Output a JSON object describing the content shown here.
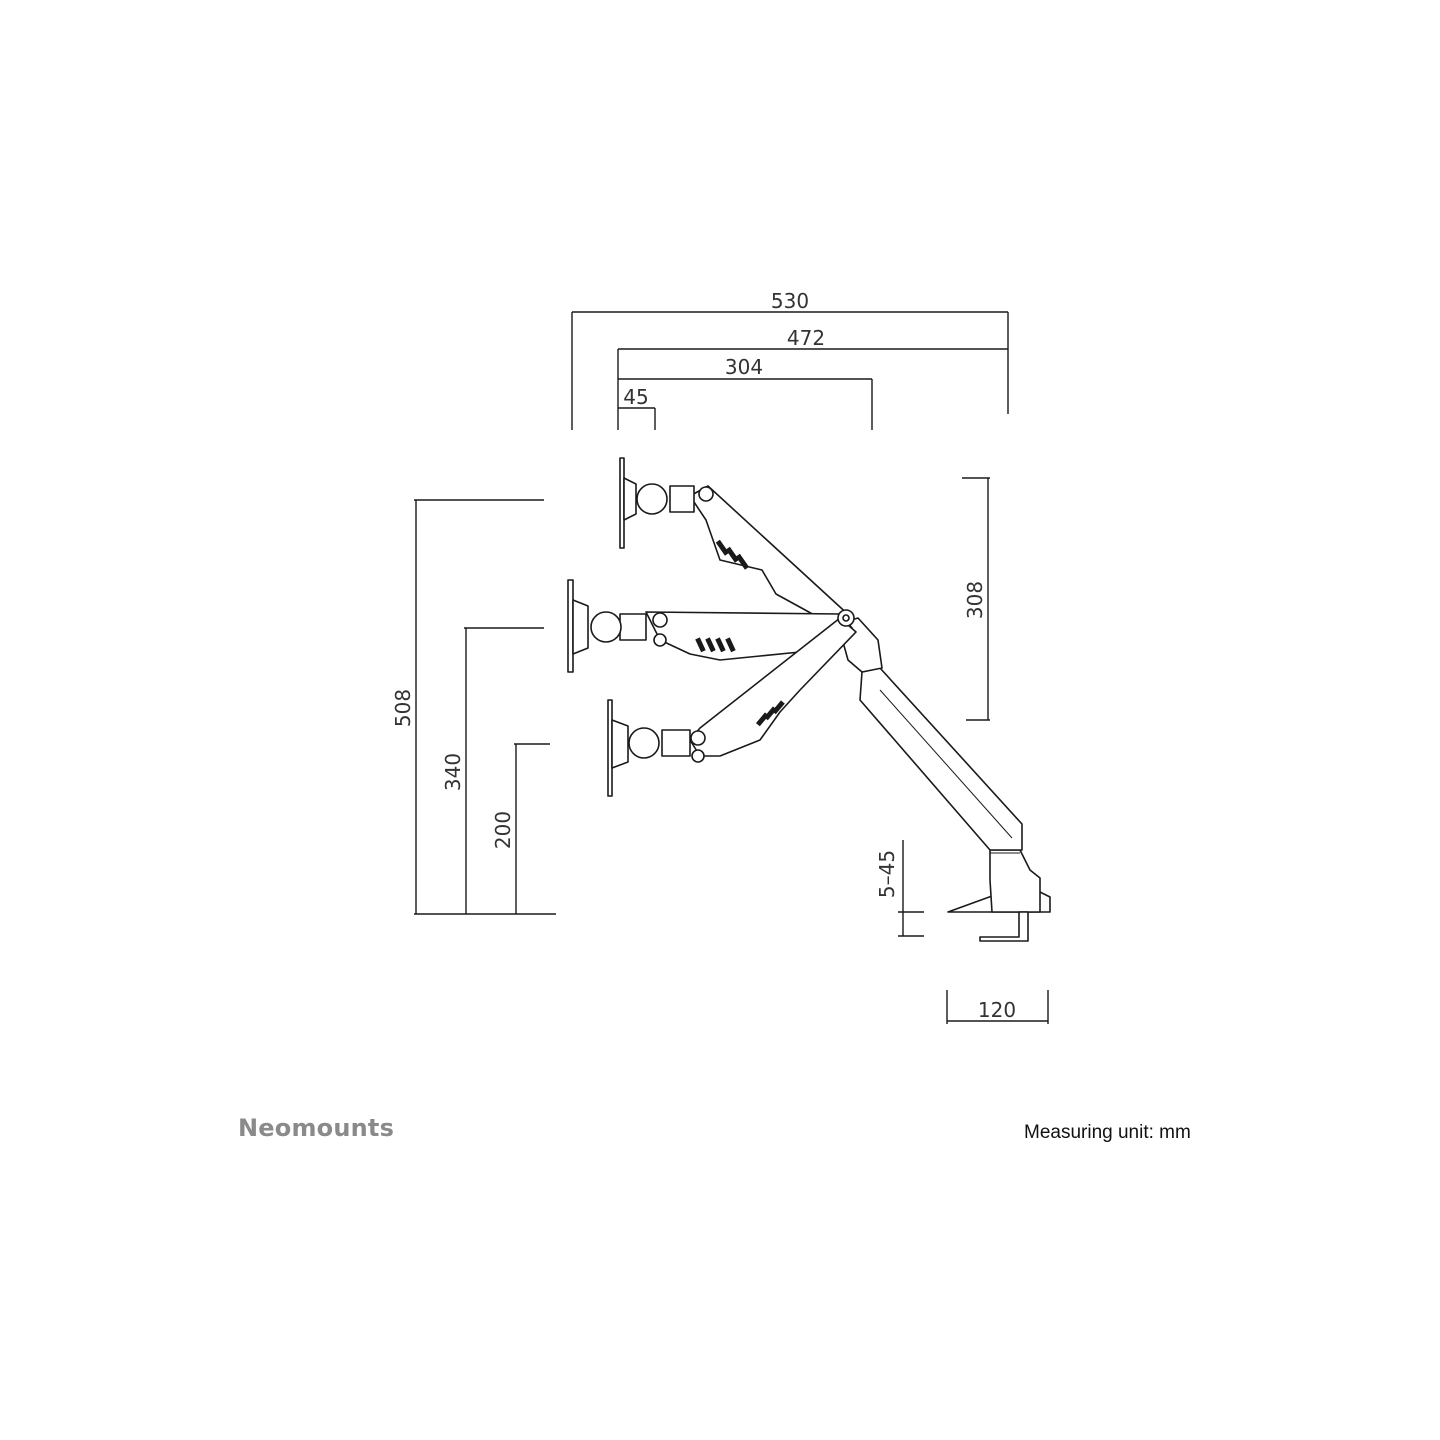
{
  "brand": {
    "name": "Neomounts",
    "color": "#8a8a8a"
  },
  "unit_label": "Measuring unit: mm",
  "dimensions": {
    "width_total": "530",
    "width_reach": "472",
    "width_mid": "304",
    "width_offset": "45",
    "height_range": "308",
    "height_max": "508",
    "height_mid": "340",
    "height_min": "200",
    "clamp_thickness": "5–45",
    "base_depth": "120"
  }
}
